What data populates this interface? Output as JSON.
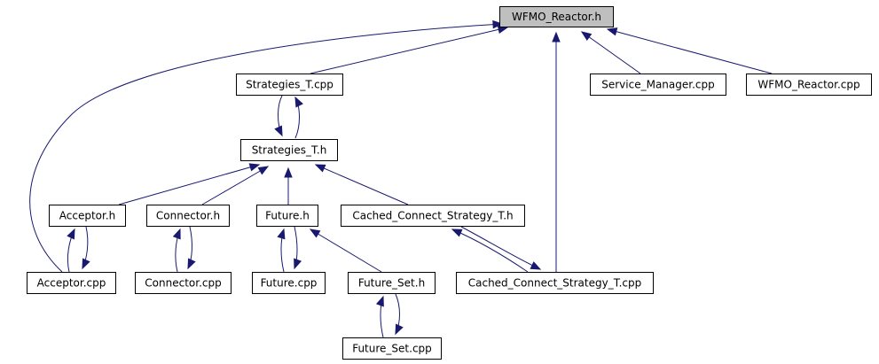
{
  "graph": {
    "nodes": [
      {
        "id": "wfmo_reactor_h",
        "label": "WFMO_Reactor.h",
        "root": true
      },
      {
        "id": "strategies_t_cpp",
        "label": "Strategies_T.cpp"
      },
      {
        "id": "service_manager_cpp",
        "label": "Service_Manager.cpp"
      },
      {
        "id": "wfmo_reactor_cpp",
        "label": "WFMO_Reactor.cpp"
      },
      {
        "id": "strategies_t_h",
        "label": "Strategies_T.h"
      },
      {
        "id": "acceptor_h",
        "label": "Acceptor.h"
      },
      {
        "id": "connector_h",
        "label": "Connector.h"
      },
      {
        "id": "future_h",
        "label": "Future.h"
      },
      {
        "id": "cached_connect_strategy_t_h",
        "label": "Cached_Connect_Strategy_T.h"
      },
      {
        "id": "acceptor_cpp",
        "label": "Acceptor.cpp"
      },
      {
        "id": "connector_cpp",
        "label": "Connector.cpp"
      },
      {
        "id": "future_cpp",
        "label": "Future.cpp"
      },
      {
        "id": "future_set_h",
        "label": "Future_Set.h"
      },
      {
        "id": "cached_connect_strategy_t_cpp",
        "label": "Cached_Connect_Strategy_T.cpp"
      },
      {
        "id": "future_set_cpp",
        "label": "Future_Set.cpp"
      }
    ],
    "edges": [
      {
        "from": "strategies_t_cpp",
        "to": "wfmo_reactor_h"
      },
      {
        "from": "service_manager_cpp",
        "to": "wfmo_reactor_h"
      },
      {
        "from": "wfmo_reactor_cpp",
        "to": "wfmo_reactor_h"
      },
      {
        "from": "cached_connect_strategy_t_cpp",
        "to": "wfmo_reactor_h"
      },
      {
        "from": "acceptor_cpp",
        "to": "wfmo_reactor_h"
      },
      {
        "from": "strategies_t_cpp",
        "to": "strategies_t_h"
      },
      {
        "from": "strategies_t_h",
        "to": "strategies_t_cpp"
      },
      {
        "from": "acceptor_h",
        "to": "strategies_t_h"
      },
      {
        "from": "connector_h",
        "to": "strategies_t_h"
      },
      {
        "from": "future_h",
        "to": "strategies_t_h"
      },
      {
        "from": "cached_connect_strategy_t_h",
        "to": "strategies_t_h"
      },
      {
        "from": "acceptor_cpp",
        "to": "acceptor_h"
      },
      {
        "from": "acceptor_h",
        "to": "acceptor_cpp"
      },
      {
        "from": "connector_cpp",
        "to": "connector_h"
      },
      {
        "from": "connector_h",
        "to": "connector_cpp"
      },
      {
        "from": "future_cpp",
        "to": "future_h"
      },
      {
        "from": "future_h",
        "to": "future_cpp"
      },
      {
        "from": "future_set_h",
        "to": "future_h"
      },
      {
        "from": "cached_connect_strategy_t_cpp",
        "to": "cached_connect_strategy_t_h"
      },
      {
        "from": "cached_connect_strategy_t_h",
        "to": "cached_connect_strategy_t_cpp"
      },
      {
        "from": "future_set_cpp",
        "to": "future_set_h"
      },
      {
        "from": "future_set_h",
        "to": "future_set_cpp"
      }
    ]
  },
  "colors": {
    "edge": "#191970",
    "root_fill": "#bfbfbf",
    "node_fill": "#ffffff",
    "node_stroke": "#000000"
  }
}
